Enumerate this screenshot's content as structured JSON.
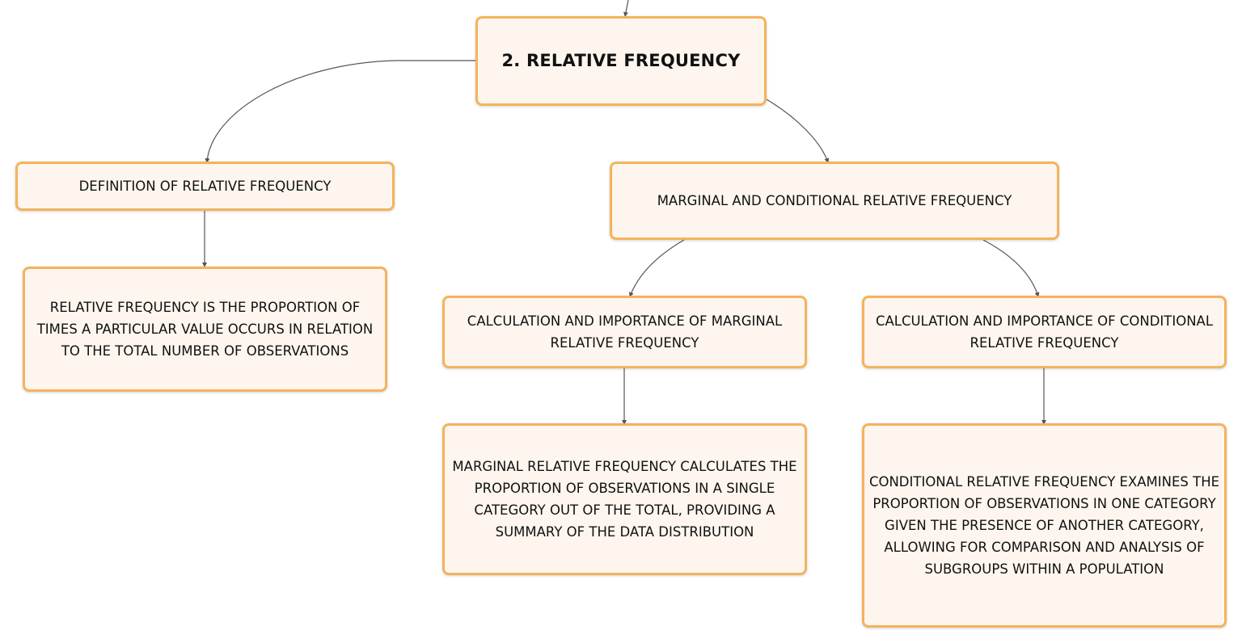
{
  "nodes": {
    "root": "2. RELATIVE FREQUENCY",
    "definition": "DEFINITION OF RELATIVE FREQUENCY",
    "definition_detail": "RELATIVE FREQUENCY IS THE PROPORTION OF TIMES A PARTICULAR VALUE OCCURS IN RELATION TO THE TOTAL NUMBER OF OBSERVATIONS",
    "marginal_conditional": "MARGINAL AND CONDITIONAL RELATIVE FREQUENCY",
    "marginal": "CALCULATION AND IMPORTANCE OF MARGINAL RELATIVE FREQUENCY",
    "marginal_detail": "MARGINAL RELATIVE FREQUENCY CALCULATES THE PROPORTION OF OBSERVATIONS IN A SINGLE CATEGORY OUT OF THE TOTAL, PROVIDING A SUMMARY OF THE DATA DISTRIBUTION",
    "conditional": "CALCULATION AND IMPORTANCE OF CONDITIONAL RELATIVE FREQUENCY",
    "conditional_detail": "CONDITIONAL RELATIVE FREQUENCY EXAMINES THE PROPORTION OF OBSERVATIONS IN ONE CATEGORY GIVEN THE PRESENCE OF ANOTHER CATEGORY, ALLOWING FOR COMPARISON AND ANALYSIS OF SUBGROUPS WITHIN A POPULATION"
  },
  "edges": [
    {
      "from": "parent",
      "to": "root"
    },
    {
      "from": "root",
      "to": "definition"
    },
    {
      "from": "root",
      "to": "marginal_conditional"
    },
    {
      "from": "definition",
      "to": "definition_detail"
    },
    {
      "from": "marginal_conditional",
      "to": "marginal"
    },
    {
      "from": "marginal_conditional",
      "to": "conditional"
    },
    {
      "from": "marginal",
      "to": "marginal_detail"
    },
    {
      "from": "conditional",
      "to": "conditional_detail"
    }
  ],
  "colors": {
    "node_fill": "#fef6ee",
    "node_border": "#f4b35e",
    "connector": "#555555"
  }
}
